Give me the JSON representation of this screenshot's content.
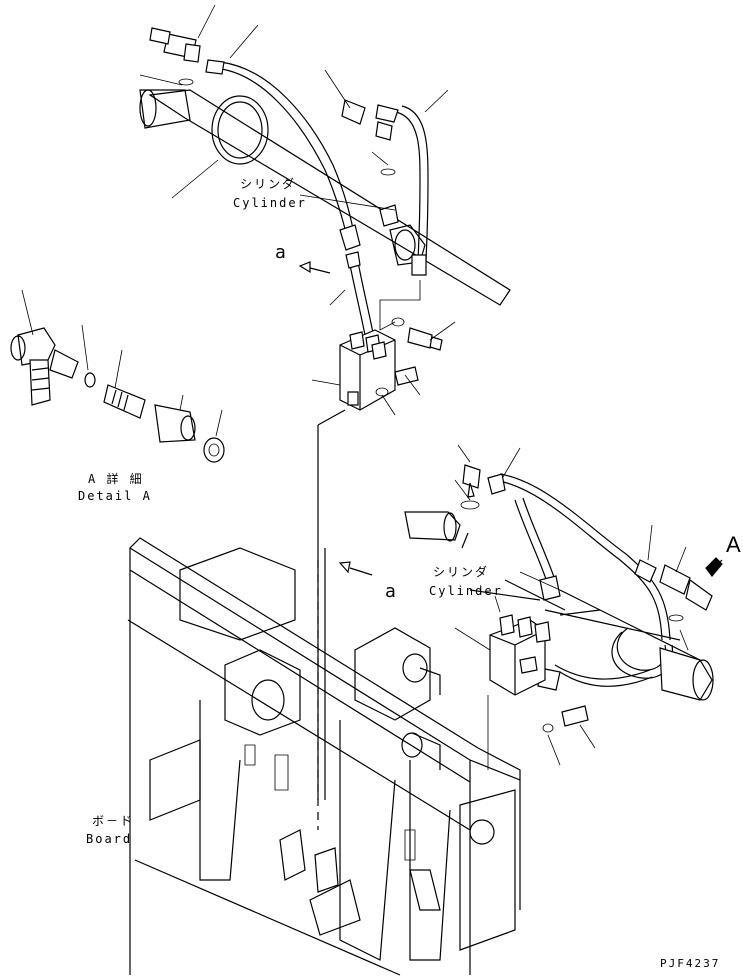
{
  "labels": {
    "cylinder_top_jp": "シリンダ",
    "cylinder_top_en": "Cylinder",
    "cylinder_right_jp": "シリンダ",
    "cylinder_right_en": "Cylinder",
    "detail_jp": "A 詳 細",
    "detail_en": "Detail A",
    "board_jp": "ボ－ド",
    "board_en": "Board",
    "view_a_upper": "a",
    "view_a_lower": "a",
    "view_A": "A",
    "drawing_code": "PJF4237"
  }
}
